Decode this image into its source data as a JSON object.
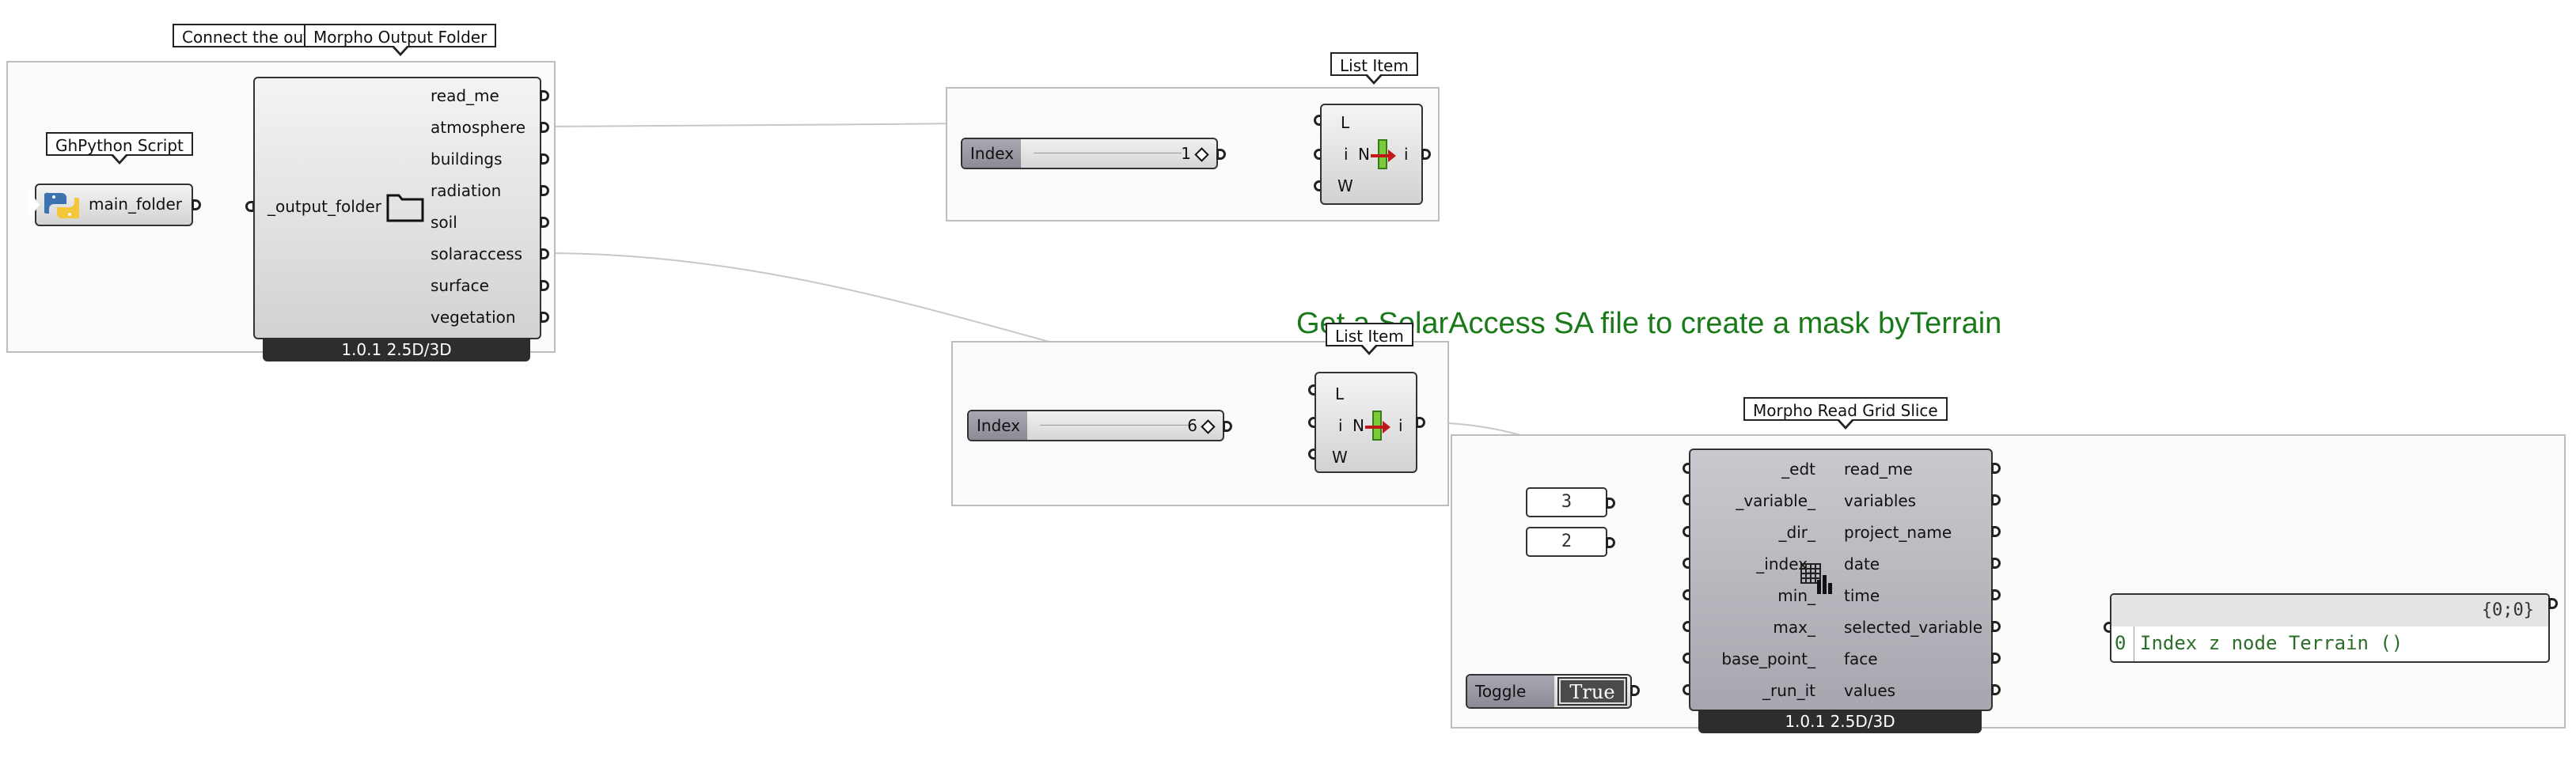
{
  "title_text": "Get a SolarAccess SA file to create a mask byTerrain",
  "colors": {
    "title": "#1a7a1a",
    "group_border": "#bdbdbd",
    "wire": "#c8c8c8",
    "dark_wire": "#555555"
  },
  "tooltips": {
    "connect": "Connect the out",
    "morpho_output_folder": "Morpho Output Folder",
    "ghpython_script": "GhPython Script",
    "list_item_1": "List Item",
    "list_item_2": "List Item",
    "morpho_read_grid_slice": "Morpho Read Grid Slice"
  },
  "python": {
    "output_label": "main_folder",
    "icon": "python-icon"
  },
  "output_folder_comp": {
    "input_label": "_output_folder",
    "outputs": [
      "read_me",
      "atmosphere",
      "buildings",
      "radiation",
      "soil",
      "solaraccess",
      "surface",
      "vegetation"
    ],
    "version": "1.0.1 2.5D/3D",
    "icon": "folder-icon"
  },
  "slider_1": {
    "name": "Index",
    "value": "1"
  },
  "slider_2": {
    "name": "Index",
    "value": "6"
  },
  "list_item": {
    "inputs": [
      "L",
      "i",
      "W"
    ],
    "output": "i",
    "center": "N",
    "icon": "list-item-icon"
  },
  "grid_slice": {
    "inputs": [
      "_edt",
      "_variable_",
      "_dir_",
      "_index_",
      "min_",
      "max_",
      "base_point_",
      "_run_it"
    ],
    "outputs": [
      "read_me",
      "variables",
      "project_name",
      "date",
      "time",
      "selected_variable",
      "face",
      "values"
    ],
    "version": "1.0.1 2.5D/3D",
    "icon": "grid-slice-icon"
  },
  "num_panel_1": "3",
  "num_panel_2": "2",
  "toggle": {
    "name": "Toggle",
    "value": "True"
  },
  "output_panel": {
    "path": "{0;0}",
    "index": "0",
    "text": "Index z node Terrain ()"
  }
}
